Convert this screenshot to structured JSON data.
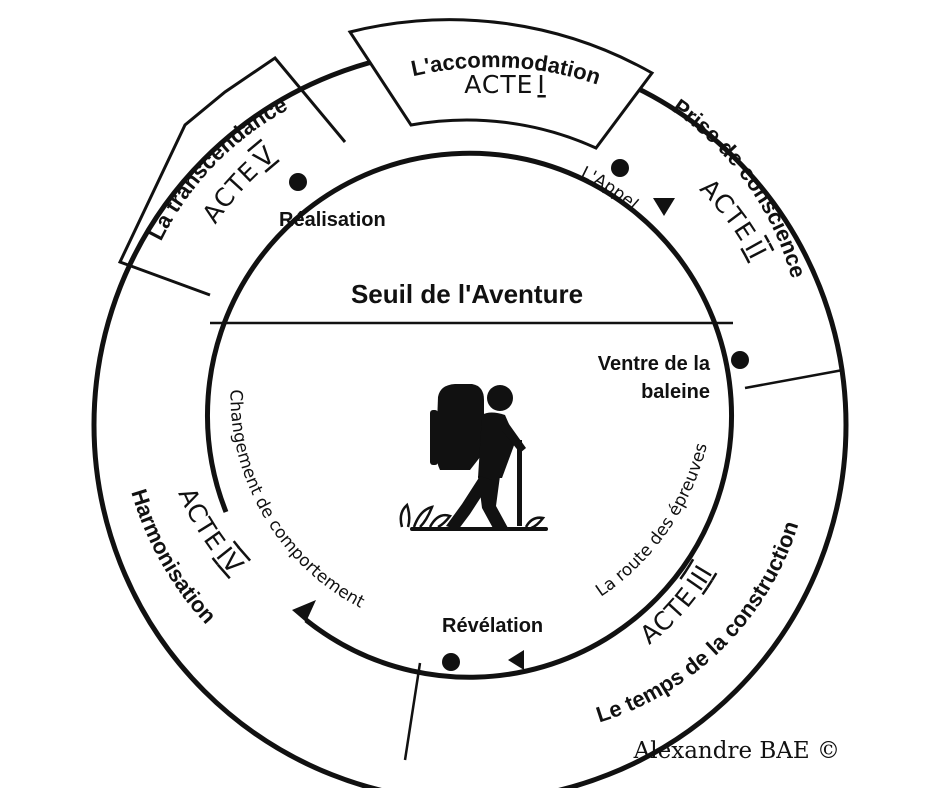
{
  "center_title": "Seuil de l'Aventure",
  "signature": "Alexandre BAE ©",
  "acts": [
    {
      "name": "L'accommodation",
      "label": "ACTE",
      "numeral": "I"
    },
    {
      "name": "Prise de conscience",
      "label": "ACTE",
      "numeral": "II"
    },
    {
      "name": "Le temps de la construction",
      "label": "ACTE",
      "numeral": "III"
    },
    {
      "name": "Harmonisation",
      "label": "ACTE",
      "numeral": "IV"
    },
    {
      "name": "La transcendance",
      "label": "ACTE",
      "numeral": "V"
    }
  ],
  "milestones": {
    "appel": "L'Appel",
    "ventre_line1": "Ventre de la",
    "ventre_line2": "baleine",
    "route": "La route des épreuves",
    "revelation": "Révélation",
    "changement": "Changement de comportement",
    "realisation": "Réalisation"
  },
  "icons": [
    "hiker-icon"
  ]
}
